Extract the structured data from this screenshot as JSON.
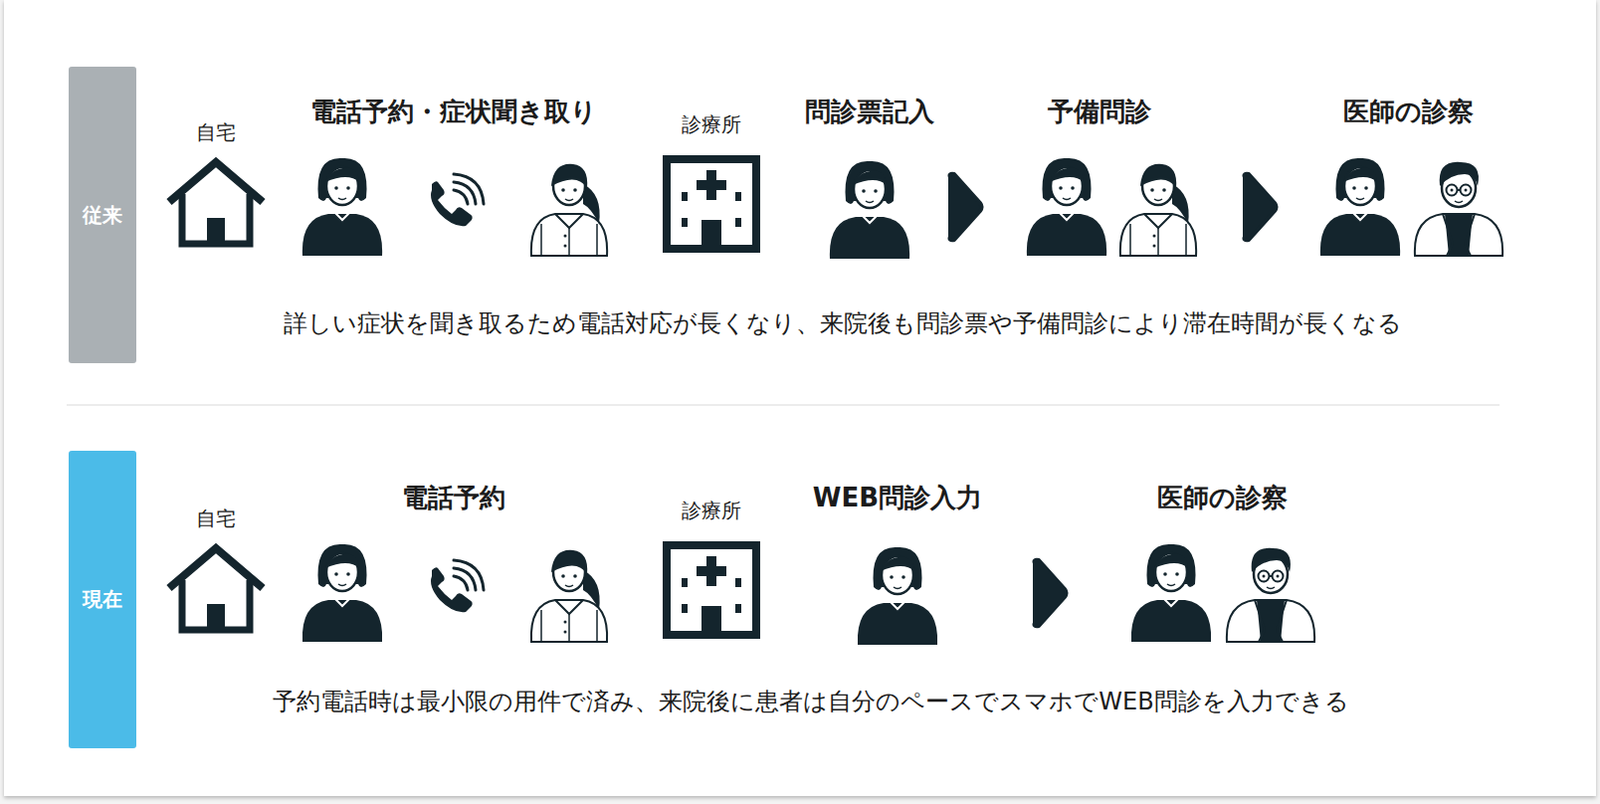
{
  "diagram": {
    "nodes": [
      {
        "text": [
          "従来"
        ]
      },
      {
        "text": [
          "現在"
        ]
      }
    ],
    "labels": [
      "自宅",
      "電話予約・症状聞き取り",
      "診療所",
      "問診票記入",
      "予備問診",
      "医師の診察",
      "詳しい症状を聞き取るため電話対応が長くなり、来院後も問診票や予備問診により滞在時間が長くなる",
      "自宅",
      "電話予約",
      "診療所",
      "WEB問診入力",
      "医師の診察",
      "予約電話時は最小限の用件で済み、来院後に患者は自分のペースでスマホでWEB問診を入力できる"
    ]
  }
}
